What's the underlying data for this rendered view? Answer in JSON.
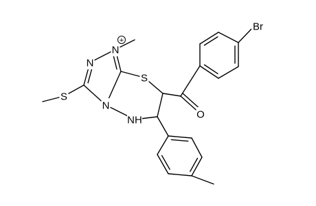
{
  "molecule": {
    "atom_labels": {
      "br": "Br",
      "o": "O",
      "s_ring": "S",
      "s_methylthio": "S",
      "n_plus": "N",
      "n_imine": "N",
      "n_bridge": "N",
      "nh": "NH"
    },
    "charge": "+"
  }
}
